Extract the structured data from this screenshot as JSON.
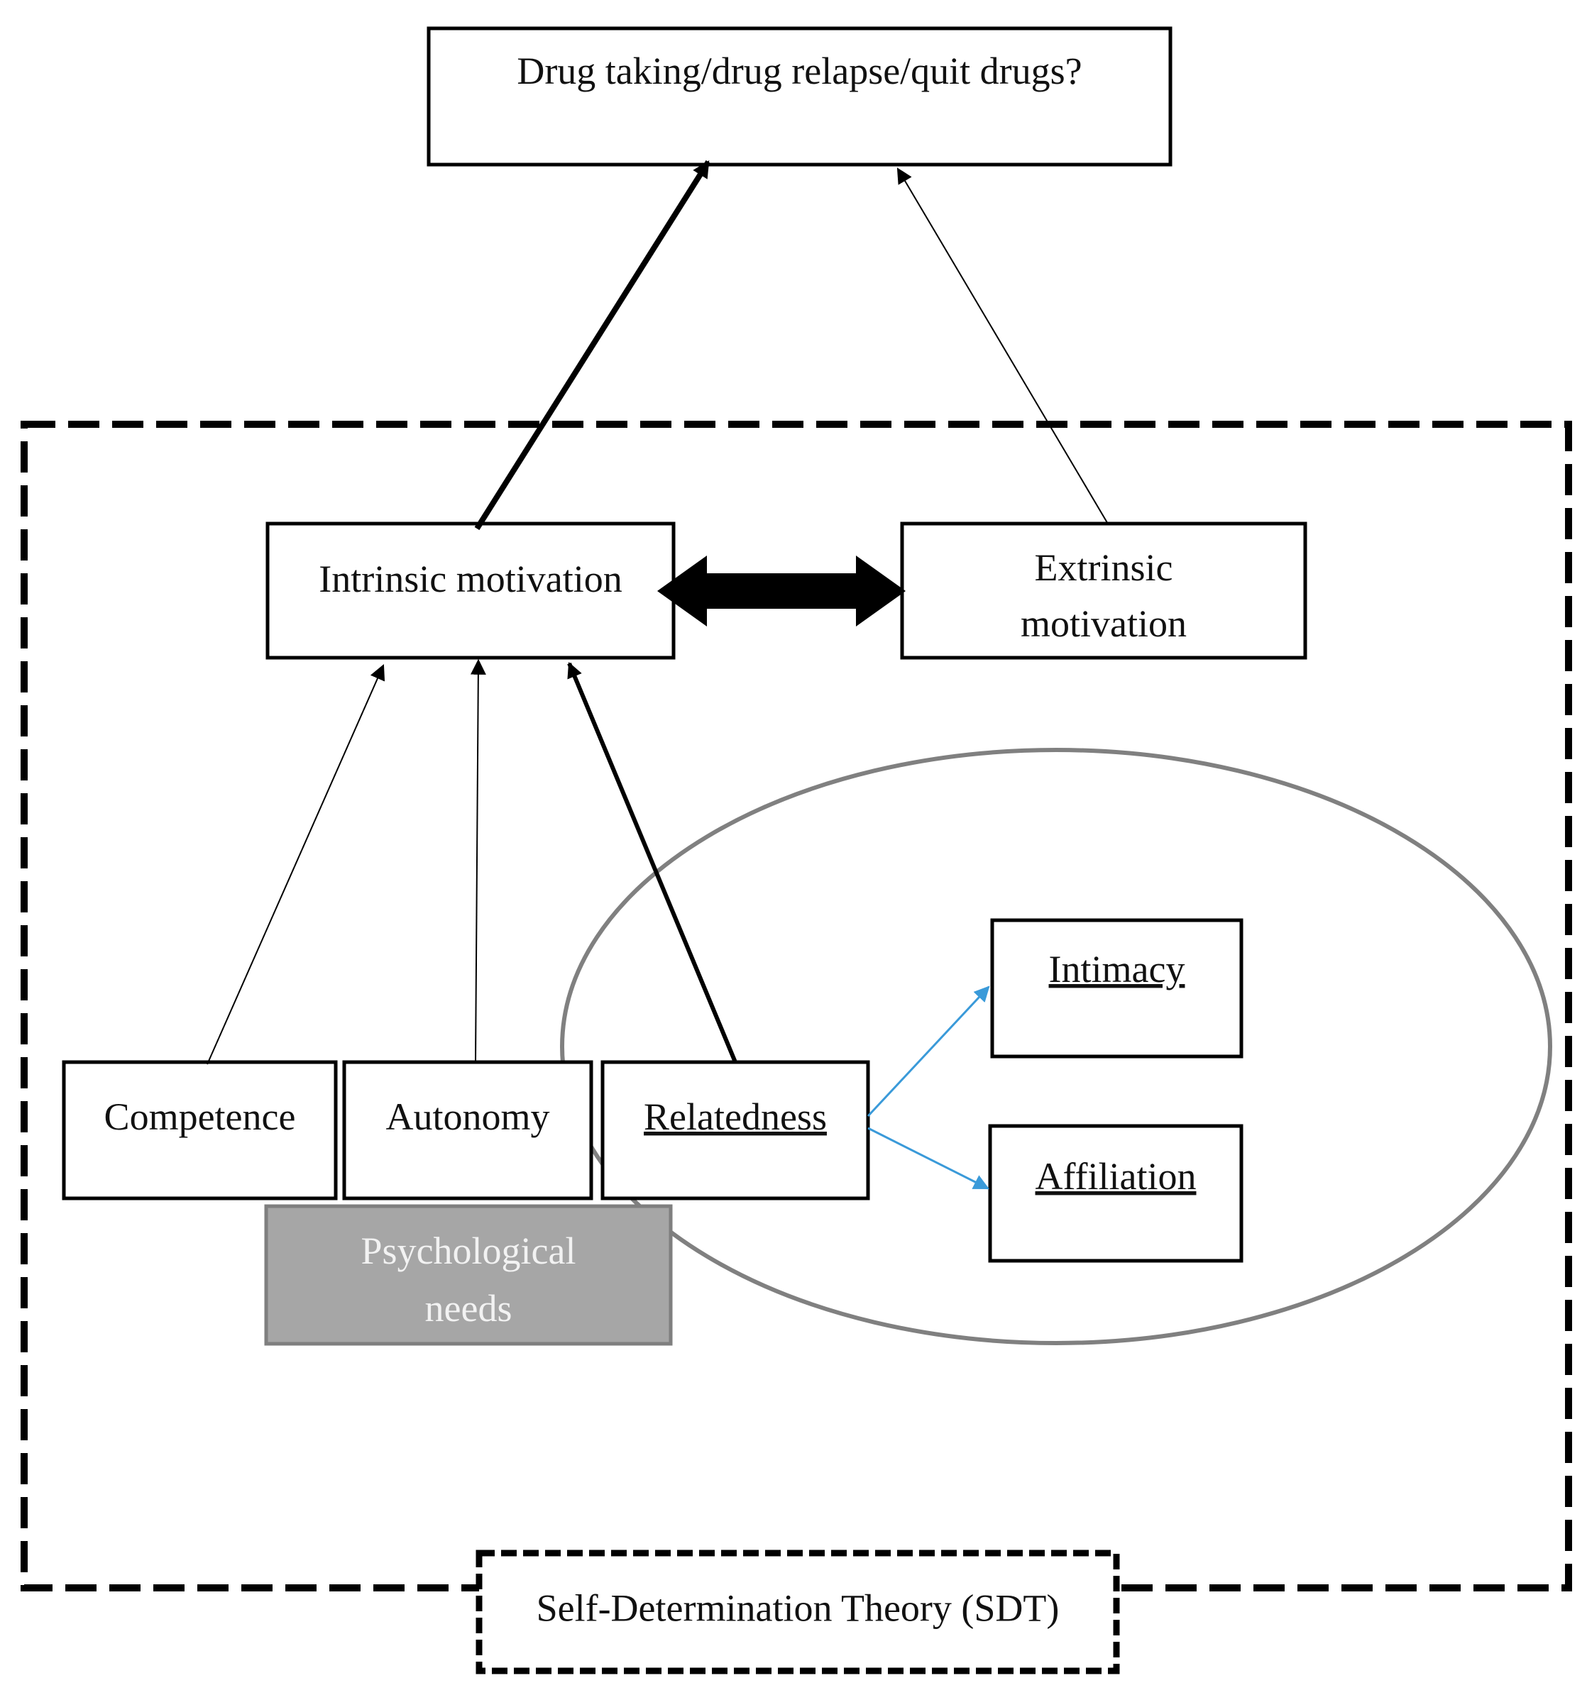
{
  "diagram": {
    "top_node": "Drug taking/drug relapse/quit drugs?",
    "intrinsic": "Intrinsic motivation",
    "extrinsic_line1": "Extrinsic",
    "extrinsic_line2": "motivation",
    "competence": "Competence",
    "autonomy": "Autonomy",
    "relatedness": "Relatedness",
    "intimacy": "Intimacy",
    "affiliation": "Affiliation",
    "psych_line1": "Psychological",
    "psych_line2": "needs",
    "framework_label": "Self-Determination Theory (SDT)"
  },
  "colors": {
    "line": "#000000",
    "relatedness_arrows": "#3a9ad9",
    "needs_fill": "#a6a6a6",
    "needs_border": "#7f7f7f",
    "needs_text": "#f2f2f2",
    "ellipse": "#808080"
  }
}
